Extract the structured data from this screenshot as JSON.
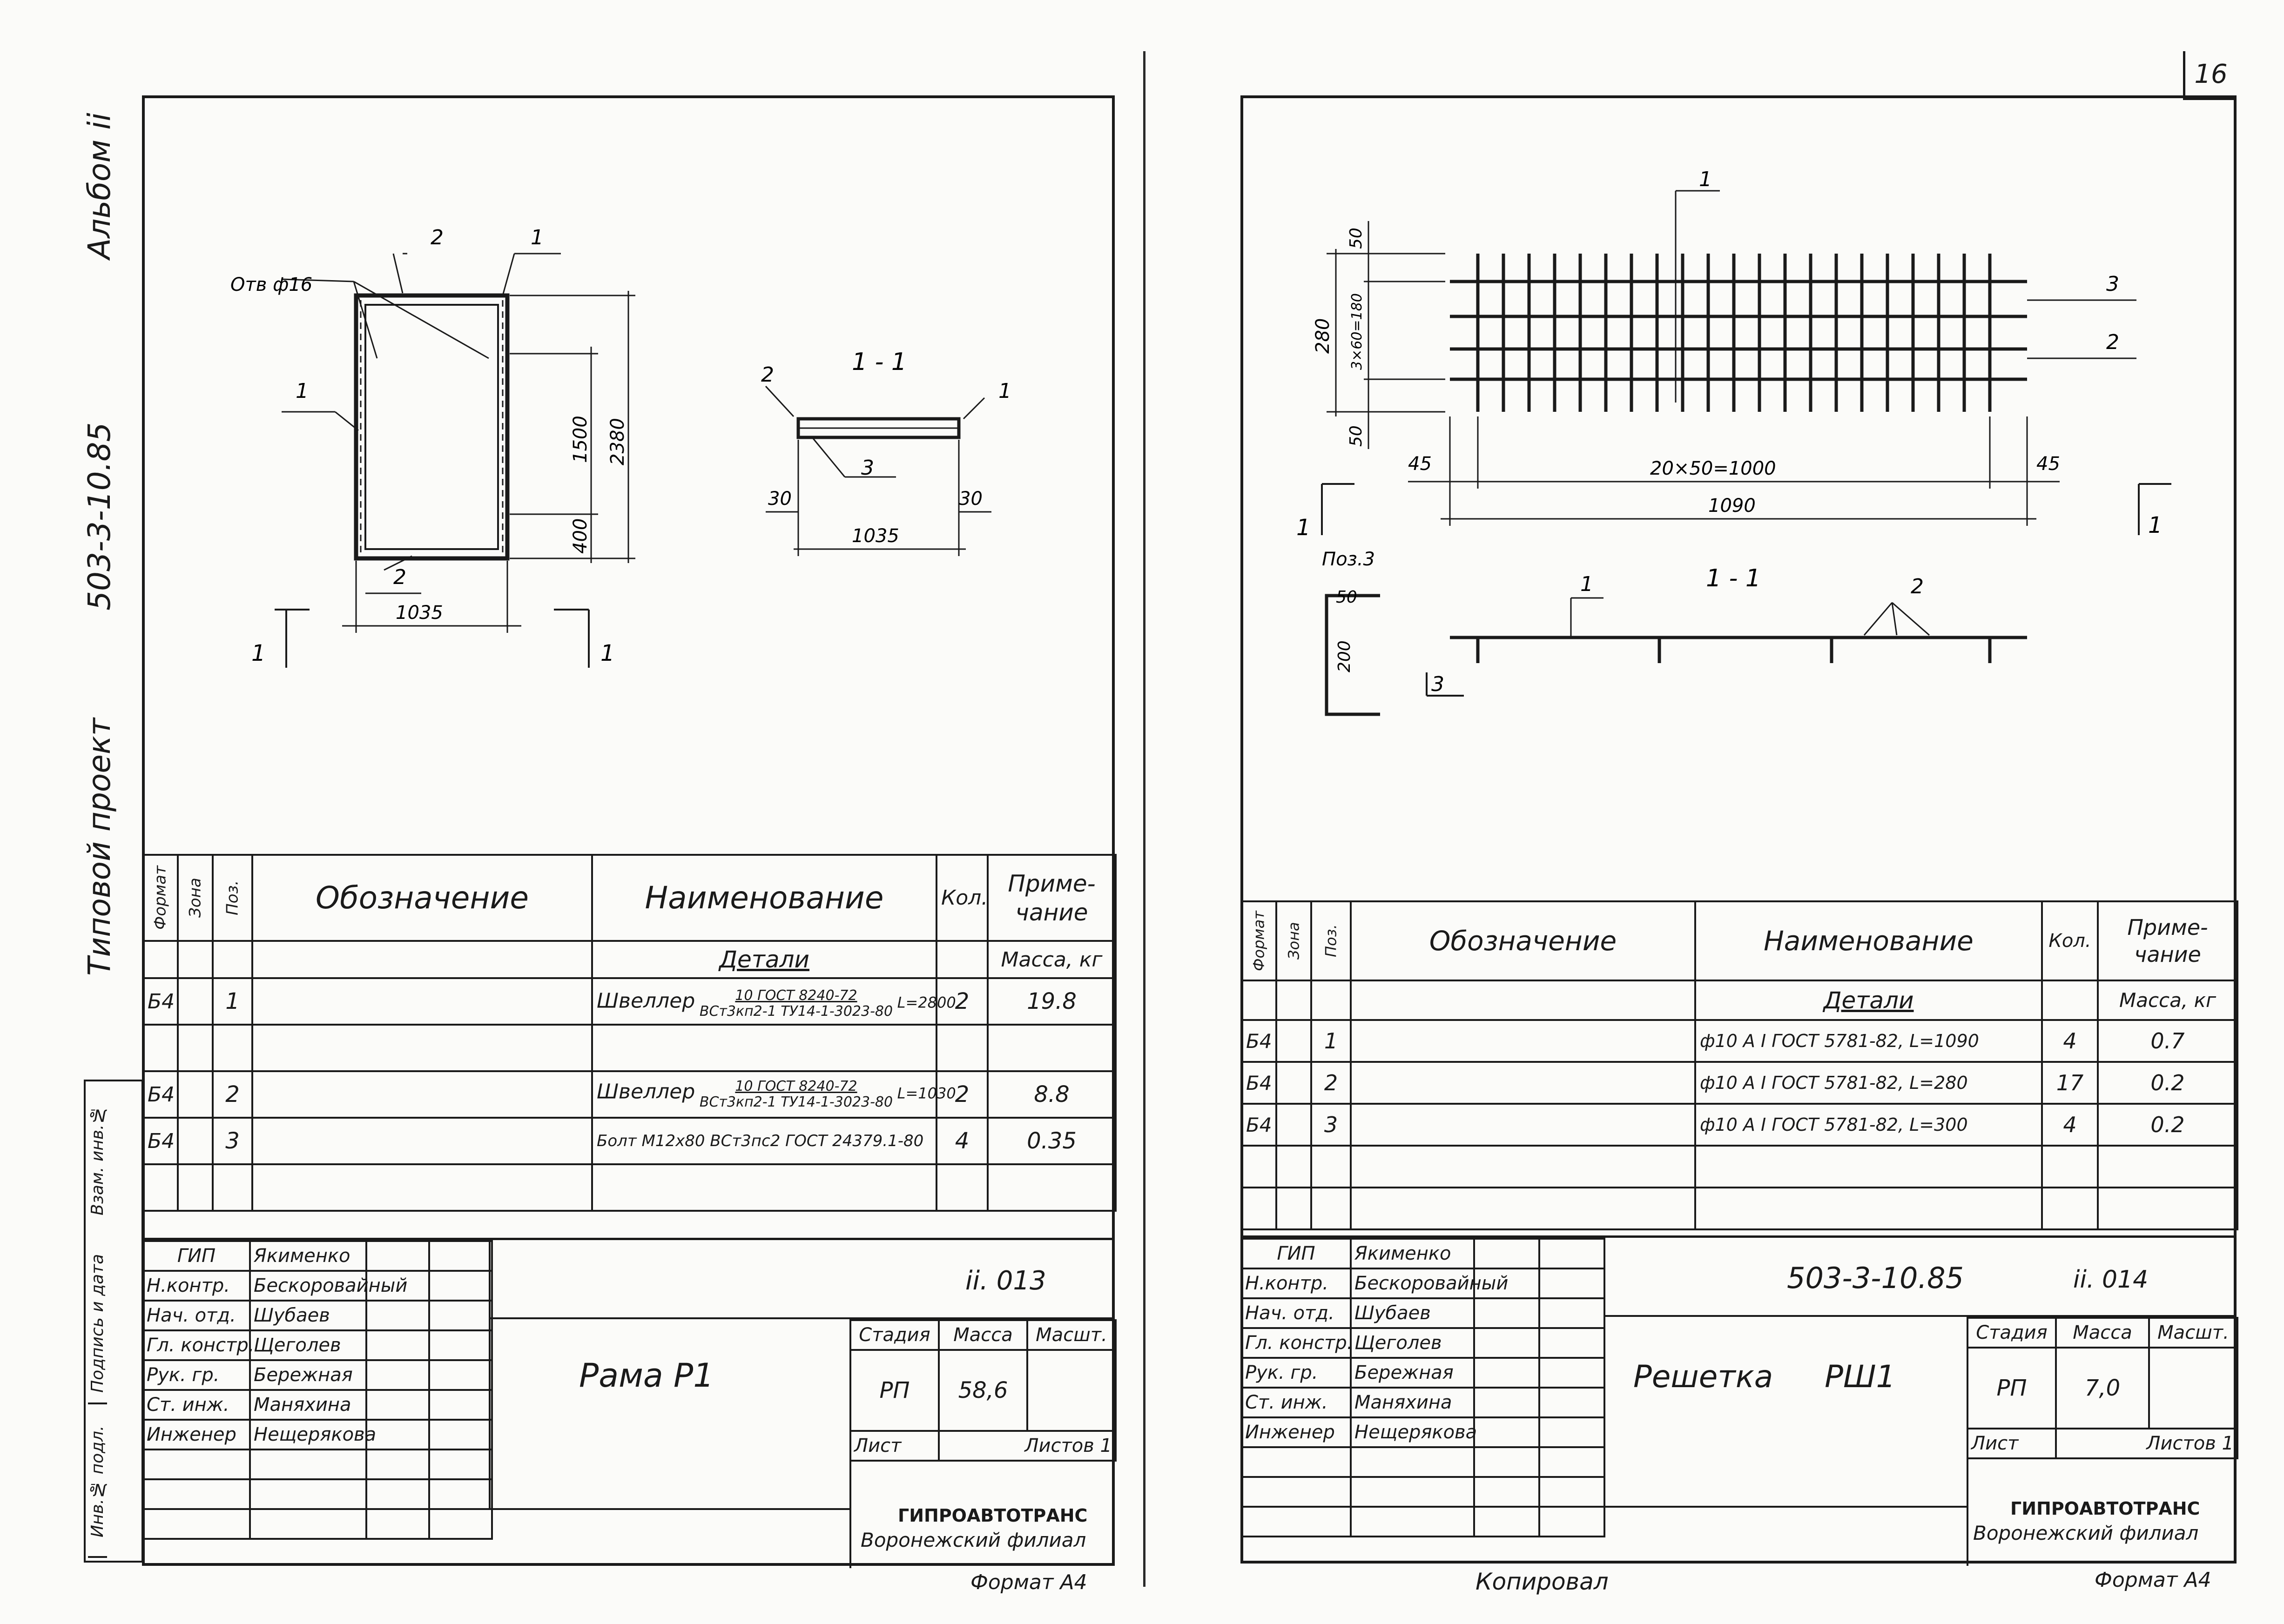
{
  "sheet_number": "16",
  "side_stamp": {
    "album": "Альбом ii",
    "code": "503-3-10.85",
    "type": "Типовой проект",
    "fields": [
      "Взам. инв.№",
      "Подпись и дата",
      "Инв.№ подл."
    ]
  },
  "left": {
    "drawing": {
      "holes_label": "Отв ф16",
      "pos1": "1",
      "pos2": "2",
      "pos3": "3",
      "dim_width": "1035",
      "dim_1500": "1500",
      "dim_2380": "2380",
      "dim_400": "400",
      "section": "1 - 1",
      "dim_30a": "30",
      "dim_30b": "30",
      "section_mark": "1"
    },
    "spec": {
      "headers": {
        "format": "Формат",
        "zone": "Зона",
        "pos": "Поз.",
        "designation": "Обозначение",
        "name": "Наименование",
        "qty": "Кол.",
        "note": "Приме-чание"
      },
      "section_title": "Детали",
      "mass_header": "Масса, кг",
      "rows": [
        {
          "format": "Б4",
          "pos": "1",
          "name_a": "Швеллер",
          "name_b": "10 ГОСТ 8240-72",
          "name_c": "ВСт3кп2-1 ТУ14-1-3023-80",
          "length": "L=2800",
          "qty": "2",
          "mass": "19.8"
        },
        {
          "format": "Б4",
          "pos": "2",
          "name_a": "Швеллер",
          "name_b": "10 ГОСТ 8240-72",
          "name_c": "ВСт3кп2-1 ТУ14-1-3023-80",
          "length": "L=1030",
          "qty": "2",
          "mass": "8.8"
        },
        {
          "format": "Б4",
          "pos": "3",
          "name_a": "Болт М12х80 ВСт3пс2 ГОСТ 24379.1-80",
          "name_b": "",
          "name_c": "",
          "length": "",
          "qty": "4",
          "mass": "0.35"
        }
      ]
    },
    "title": {
      "people": [
        {
          "role": "ГИП",
          "name": "Якименко"
        },
        {
          "role": "Н.контр.",
          "name": "Бескоровайный"
        },
        {
          "role": "Нач. отд.",
          "name": "Шубаев"
        },
        {
          "role": "Гл. констр.",
          "name": "Щеголев"
        },
        {
          "role": "Рук. гр.",
          "name": "Бережная"
        },
        {
          "role": "Ст. инж.",
          "name": "Маняхина"
        },
        {
          "role": "Инженер",
          "name": "Нещерякова"
        }
      ],
      "doc_code": "ii. 013",
      "item_name": "Рама Р1",
      "stage_label": "Стадия",
      "mass_label": "Масса",
      "scale_label": "Масшт.",
      "stage": "РП",
      "mass": "58,6",
      "sheet_label": "Лист",
      "sheets_label": "Листов 1",
      "org_1": "ГИПРОАВТОТРАНС",
      "org_2": "Воронежский филиал"
    },
    "format": "Формат А4"
  },
  "right": {
    "drawing": {
      "pos1": "1",
      "pos2": "2",
      "pos3": "3",
      "dim_50a": "50",
      "dim_280": "280",
      "dim_3x60": "3×60=180",
      "dim_50b": "50",
      "dim_45a": "45",
      "dim_45b": "45",
      "dim_inner": "20×50=1000",
      "dim_total": "1090",
      "section": "1 - 1",
      "poz3": "Поз.3",
      "dim_50c": "50",
      "dim_200": "200",
      "mark1": "1",
      "mark3": "3"
    },
    "spec": {
      "headers": {
        "format": "Формат",
        "zone": "Зона",
        "pos": "Поз.",
        "designation": "Обозначение",
        "name": "Наименование",
        "qty": "Кол.",
        "note": "Приме-чание"
      },
      "section_title": "Детали",
      "mass_header": "Масса, кг",
      "rows": [
        {
          "format": "Б4",
          "pos": "1",
          "name": "ф10 А I ГОСТ 5781-82, L=1090",
          "qty": "4",
          "mass": "0.7"
        },
        {
          "format": "Б4",
          "pos": "2",
          "name": "ф10 А I ГОСТ 5781-82, L=280",
          "qty": "17",
          "mass": "0.2"
        },
        {
          "format": "Б4",
          "pos": "3",
          "name": "ф10 А I ГОСТ 5781-82, L=300",
          "qty": "4",
          "mass": "0.2"
        }
      ]
    },
    "title": {
      "people": [
        {
          "role": "ГИП",
          "name": "Якименко"
        },
        {
          "role": "Н.контр.",
          "name": "Бескоровайный"
        },
        {
          "role": "Нач. отд.",
          "name": "Шубаев"
        },
        {
          "role": "Гл. констр.",
          "name": "Щеголев"
        },
        {
          "role": "Рук. гр.",
          "name": "Бережная"
        },
        {
          "role": "Ст. инж.",
          "name": "Маняхина"
        },
        {
          "role": "Инженер",
          "name": "Нещерякова"
        }
      ],
      "code": "503-3-10.85",
      "doc_code": "ii. 014",
      "item_name": "Решетка РШ1",
      "stage_label": "Стадия",
      "mass_label": "Масса",
      "scale_label": "Масшт.",
      "stage": "РП",
      "mass": "7,0",
      "sheet_label": "Лист",
      "sheets_label": "Листов 1",
      "org_1": "ГИПРОАВТОТРАНС",
      "org_2": "Воронежский филиал"
    },
    "copied": "Копировал",
    "format": "Формат А4"
  }
}
